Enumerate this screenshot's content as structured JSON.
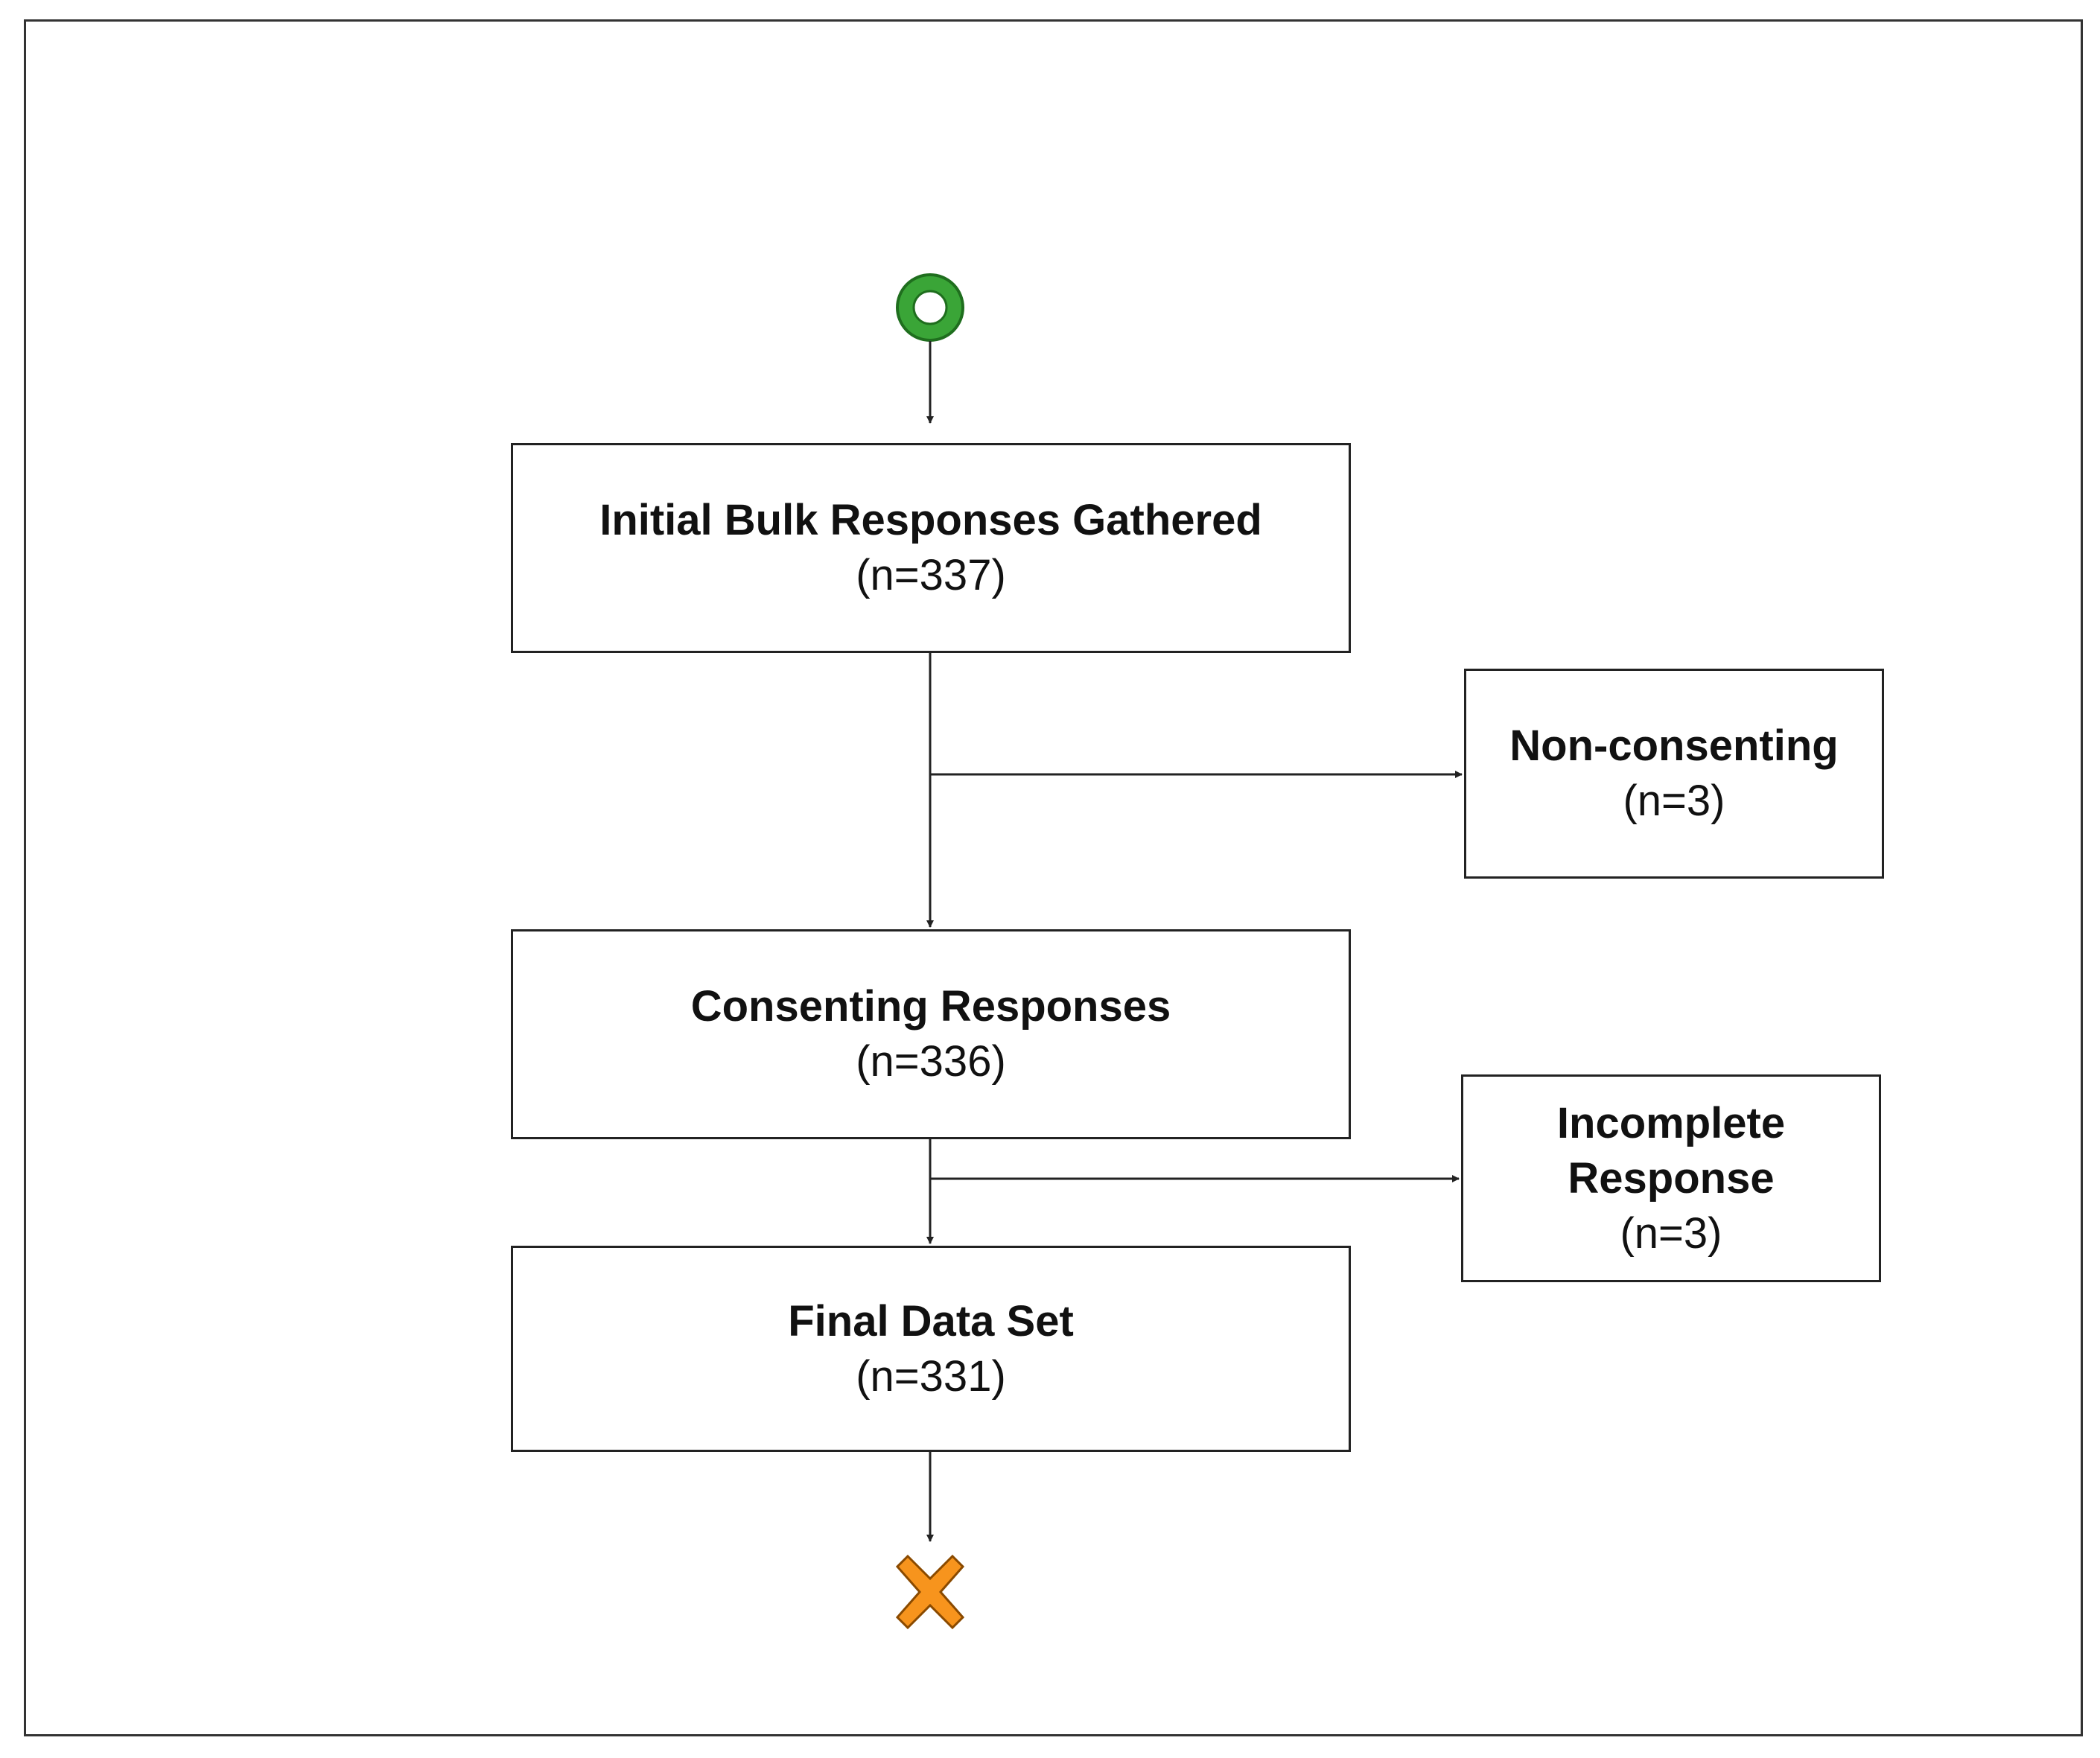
{
  "nodes": {
    "initial": {
      "title": "Initial Bulk Responses Gathered",
      "count": "(n=337)"
    },
    "non_consenting": {
      "title": "Non-consenting",
      "count": "(n=3)"
    },
    "consenting": {
      "title": "Consenting Responses",
      "count": "(n=336)"
    },
    "incomplete": {
      "title": "Incomplete\nResponse",
      "count": "(n=3)"
    },
    "final": {
      "title": "Final Data Set",
      "count": "(n=331)"
    }
  },
  "symbols": {
    "start": {
      "icon": "start-circle-icon",
      "color": "#3aa537"
    },
    "end": {
      "icon": "x-mark-icon",
      "color": "#f7941d"
    }
  }
}
